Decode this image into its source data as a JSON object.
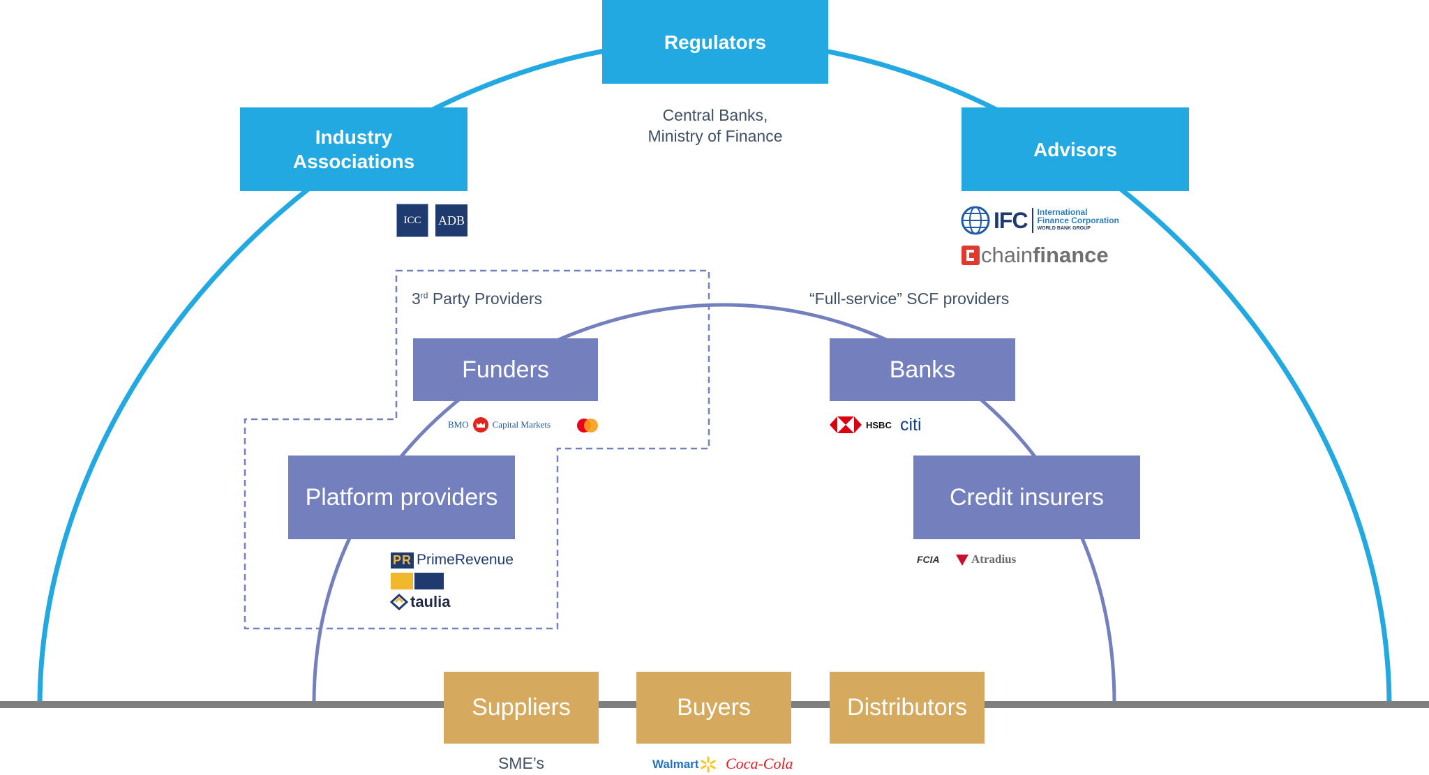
{
  "boxes": {
    "regulators": "Regulators",
    "industry_associations_line1": "Industry",
    "industry_associations_line2": "Associations",
    "advisors": "Advisors",
    "funders": "Funders",
    "banks": "Banks",
    "platform_providers": "Platform providers",
    "credit_insurers": "Credit insurers",
    "suppliers": "Suppliers",
    "buyers": "Buyers",
    "distributors": "Distributors"
  },
  "captions": {
    "regulators_line1": "Central Banks,",
    "regulators_line2": "Ministry of Finance",
    "third_party_prefix": "3",
    "third_party_sup": "rd",
    "third_party_suffix": " Party Providers",
    "full_service": "“Full-service” SCF providers",
    "smes": "SME’s"
  },
  "logos": {
    "icc": "ICC",
    "adb": "ADB",
    "ifc": "IFC",
    "ifc_name_line1": "International",
    "ifc_name_line2": "Finance Corporation",
    "ifc_group": "WORLD BANK GROUP",
    "chainfinance_a": "chain",
    "chainfinance_b": "finance",
    "bmo": "BMO",
    "capital_markets": "Capital Markets",
    "hsbc": "HSBC",
    "citi": "citi",
    "primerevenue_pr": "PR",
    "primerevenue": "PrimeRevenue",
    "taulia": "taulia",
    "fcia": "FCIA",
    "atradius": "Atradius",
    "walmart": "Walmart",
    "cocacola": "Coca-Cola"
  },
  "colors": {
    "outer_arc": "#22a9e2",
    "inner_arc": "#7380bd",
    "ground": "#7f7f7f",
    "blue_box": "#22a9e2",
    "purple_box": "#7380bd",
    "gold_box": "#d5aa5e"
  }
}
